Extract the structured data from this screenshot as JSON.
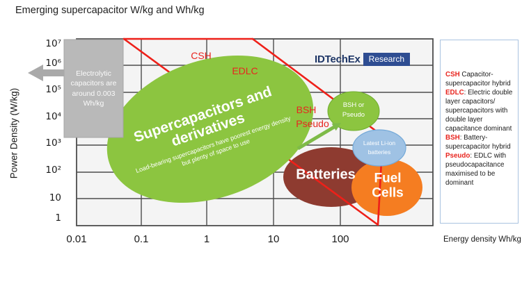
{
  "title": "Emerging supercapacitor W/kg and Wh/kg",
  "logo": {
    "brand": "IDTechEx",
    "suffix": "Research"
  },
  "axes": {
    "y_label": "Power Density (W/kg)",
    "x_label": "Energy density Wh/kg",
    "y_ticks_display": [
      "10⁷",
      "10⁶",
      "10⁵",
      "10⁴",
      "10³",
      "10²",
      "10",
      "1"
    ],
    "x_ticks_display": [
      "0.01",
      "0.1",
      "1",
      "10",
      "100"
    ]
  },
  "callout": {
    "text": "Electrolytic capacitors are around 0.003 Wh/kg"
  },
  "regions": {
    "supercaps_title": "Supercapacitors and derivatives",
    "supercaps_note": "Load-bearing supercapacitors have poorest energy density but plenty of space to use",
    "batteries": "Batteries",
    "fuel_cells": "Fuel Cells",
    "bsh_pseudo": "BSH or Pseudo",
    "li_ion": "Latest Li-ion batteries"
  },
  "annotations": {
    "csh": "CSH",
    "edlc": "EDLC",
    "bsh": "BSH",
    "pseudo": "Pseudo"
  },
  "legend": {
    "items": [
      {
        "term": "CSH",
        "desc": " Capacitor-supercapacitor hybrid"
      },
      {
        "term": "EDLC",
        "desc": ": Electric double layer capacitors/ supercapacitors with double layer capacitance dominant"
      },
      {
        "term": "BSH",
        "desc": ": Battery-supercapacitor hybrid"
      },
      {
        "term": "Pseudo",
        "desc": ": EDLC with pseudocapacitance maximised to be dominant"
      }
    ]
  },
  "colors": {
    "supercap_green": "#8cc540",
    "batteries_maroon": "#8e3b30",
    "fuel_cells_orange": "#f57d21",
    "li_ion_blue": "#9fc2e4",
    "callout_gray": "#b9b9b9",
    "envelope_red": "#ee2019",
    "annotation_red": "#e8251f",
    "grid_gray": "#4d4d4d",
    "plot_bg": "#f4f4f4",
    "brand_navy": "#2e4d92"
  },
  "chart_data": {
    "type": "area",
    "title": "Emerging supercapacitor W/kg and Wh/kg",
    "xlabel": "Energy density Wh/kg",
    "ylabel": "Power Density (W/kg)",
    "x_scale": "log",
    "y_scale": "log",
    "xlim": [
      0.01,
      2500
    ],
    "ylim": [
      1,
      10000000
    ],
    "x_ticks": [
      0.01,
      0.1,
      1,
      10,
      100
    ],
    "y_ticks": [
      1,
      10,
      100,
      1000,
      10000,
      100000,
      1000000,
      10000000
    ],
    "grid": true,
    "legend_position": "right",
    "regions": [
      {
        "label": "Supercapacitors and derivatives",
        "shape": "rotated-ellipse",
        "color": "#8cc540",
        "x_wh_kg": [
          0.03,
          40
        ],
        "y_w_kg": [
          5,
          3000000
        ],
        "note": "Load-bearing supercapacitors have poorest energy density but plenty of space to use"
      },
      {
        "label": "Batteries",
        "shape": "ellipse",
        "color": "#8e3b30",
        "x_wh_kg": [
          13,
          350
        ],
        "y_w_kg": [
          5,
          870
        ]
      },
      {
        "label": "Fuel Cells",
        "shape": "ellipse",
        "color": "#f57d21",
        "x_wh_kg": [
          130,
          1550
        ],
        "y_w_kg": [
          2,
          300
        ]
      },
      {
        "label": "BSH or Pseudo",
        "shape": "ellipse",
        "color": "#8cc540",
        "x_wh_kg": [
          60,
          350
        ],
        "y_w_kg": [
          4000,
          100000
        ]
      },
      {
        "label": "Latest Li-ion batteries",
        "shape": "ellipse",
        "color": "#9fc2e4",
        "x_wh_kg": [
          140,
          870
        ],
        "y_w_kg": [
          170,
          3900
        ]
      }
    ],
    "envelope_lines": [
      {
        "color": "#ee2019",
        "points_wh_kg_w_kg": [
          [
            0.05,
            10000000
          ],
          [
            4.4,
            10000000
          ]
        ]
      },
      {
        "color": "#ee2019",
        "points_wh_kg_w_kg": [
          [
            0.05,
            10000000
          ],
          [
            324,
            1.2
          ]
        ]
      },
      {
        "color": "#ee2019",
        "points_wh_kg_w_kg": [
          [
            4.4,
            10000000
          ],
          [
            394,
            2280
          ],
          [
            326,
            1.1
          ]
        ]
      }
    ],
    "callout": "Electrolytic capacitors are around 0.003 Wh/kg",
    "labels_on_plot": [
      "CSH",
      "EDLC",
      "BSH",
      "Pseudo"
    ]
  }
}
